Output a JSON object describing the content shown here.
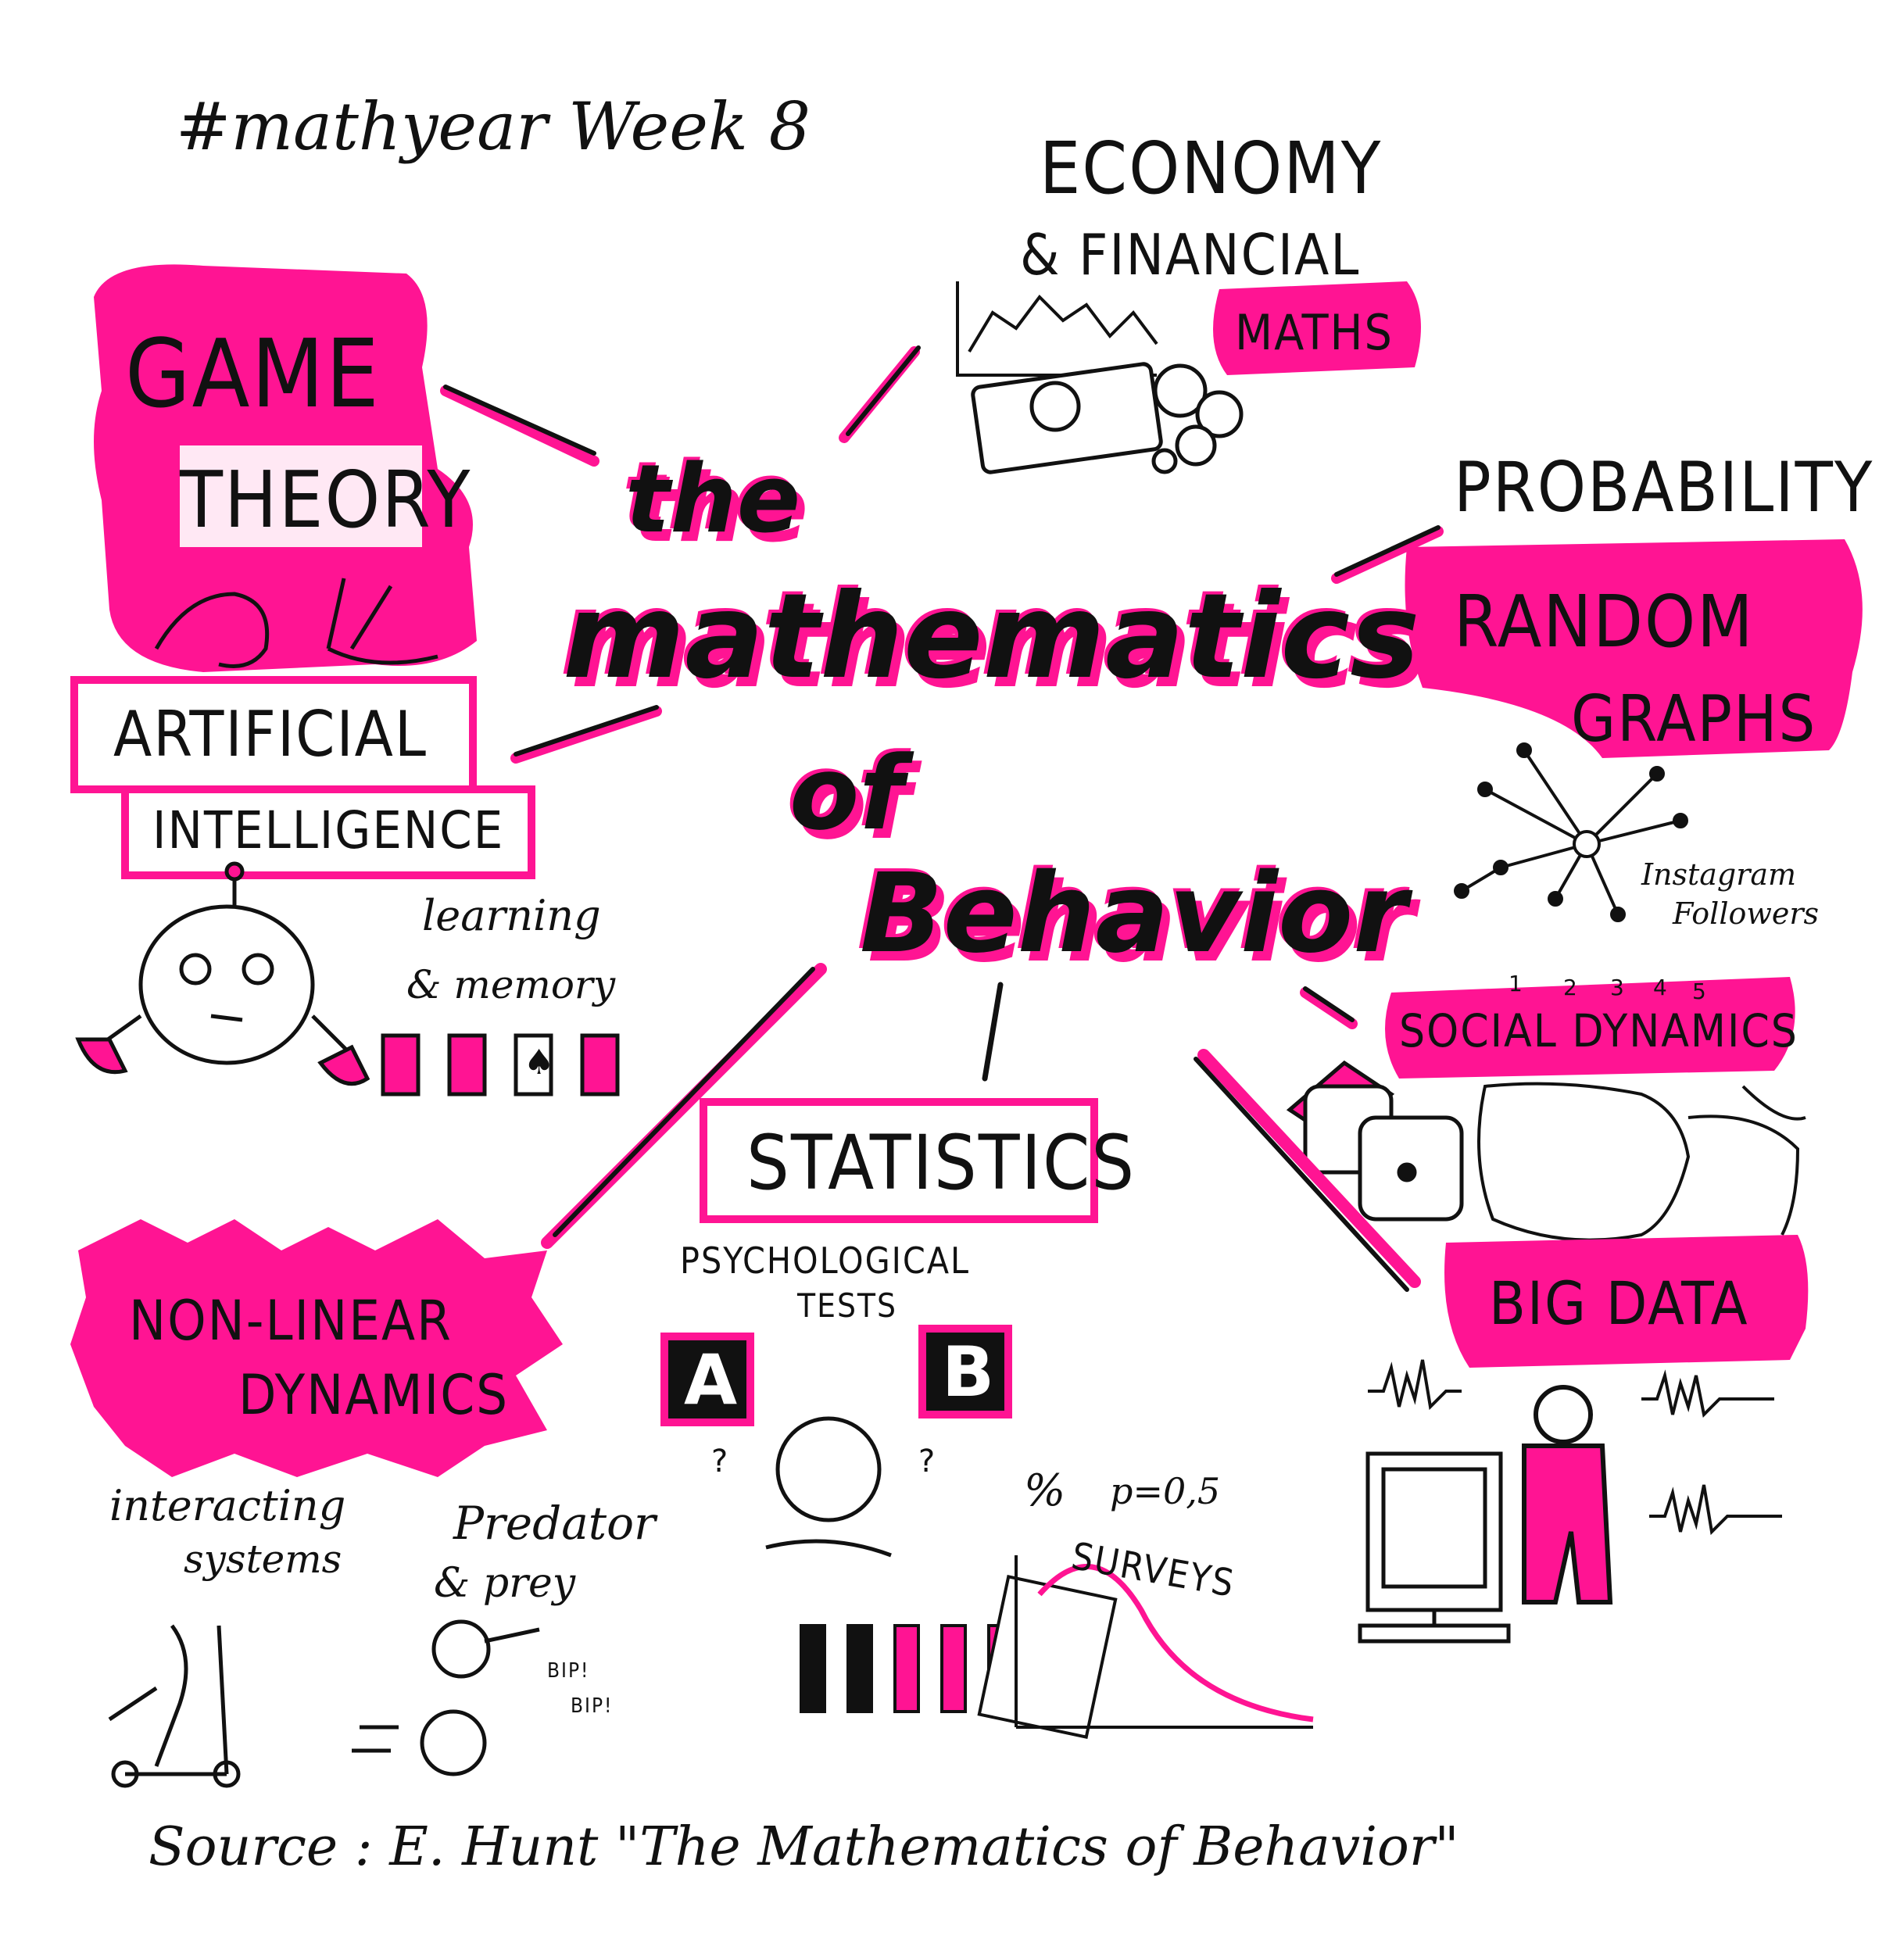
{
  "header": {
    "tag": "#mathyear Week 8"
  },
  "title": {
    "line1": "the",
    "line2": "mathematics",
    "line3": "of",
    "line4": "Behavior"
  },
  "topics": {
    "game_theory": {
      "line1": "GAME",
      "line2": "THEORY"
    },
    "economy": {
      "line1": "ECONOMY",
      "line2": "& FINANCIAL",
      "line3": "MATHS"
    },
    "probability": {
      "label": "PROBABILITY"
    },
    "random_graphs": {
      "line1": "RANDOM",
      "line2": "GRAPHS",
      "caption1": "Instagram",
      "caption2": "Followers"
    },
    "artificial_intelligence": {
      "line1": "ARTIFICIAL",
      "line2": "INTELLIGENCE"
    },
    "learning": {
      "line1": "learning",
      "line2": "& memory"
    },
    "social_dynamics": {
      "label": "SOCIAL DYNAMICS",
      "ranks": [
        "1",
        "2",
        "3",
        "4",
        "5"
      ]
    },
    "statistics": {
      "label": "STATISTICS"
    },
    "psych_tests": {
      "line1": "PSYCHOLOGICAL",
      "line2": "TESTS",
      "option_a": "A",
      "option_b": "B",
      "q1": "?",
      "q2": "?"
    },
    "surveys": {
      "label": "SURVEYS",
      "percent": "%",
      "p_value": "p=0,5"
    },
    "non_linear": {
      "line1": "NON-LINEAR",
      "line2": "DYNAMICS"
    },
    "interacting": {
      "line1": "interacting",
      "line2": "systems"
    },
    "predator": {
      "line1": "Predator",
      "line2": "& prey",
      "bip1": "BIP!",
      "bip2": "BIP!"
    },
    "big_data": {
      "label": "BIG DATA"
    }
  },
  "footer": {
    "source": "Source : E. Hunt \"The Mathematics of Behavior\""
  },
  "colors": {
    "accent": "#ff1493",
    "ink": "#111111"
  }
}
